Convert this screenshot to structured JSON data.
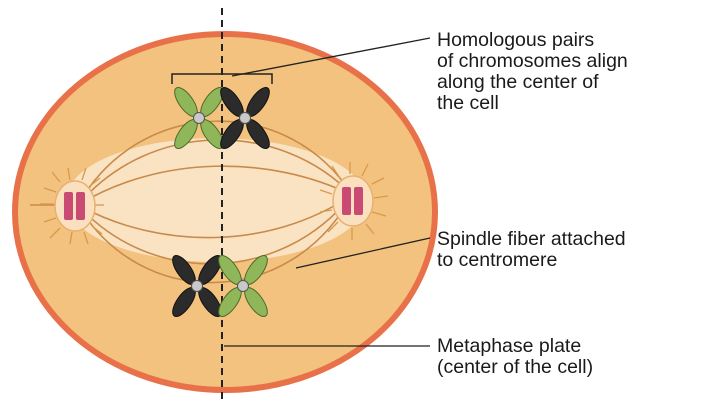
{
  "labels": {
    "homologous": "Homologous pairs\nof chromosomes align\nalong the center of\nthe cell",
    "spindle": "Spindle fiber attached\nto centromere",
    "metaphase": "Metaphase plate\n(center of the cell)"
  },
  "colors": {
    "cytoplasm": "#f2c27e",
    "membrane": "#e8714a",
    "nuclear_zone": "#fbe9cf",
    "spindle_fiber": "#c98a4a",
    "chromosome_green": "#8fb75a",
    "chromosome_black": "#2b2b2b",
    "chromosome_pink": "#c94a72",
    "centromere": "#c9c9c9",
    "leader": "#222222"
  }
}
